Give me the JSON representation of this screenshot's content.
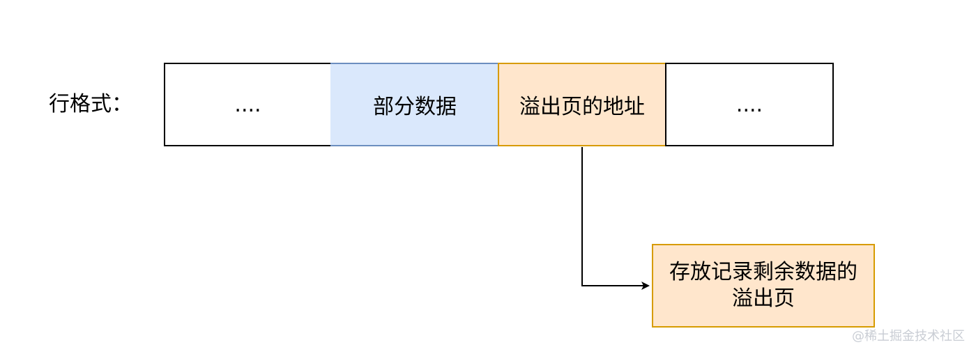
{
  "row_label": "行格式：",
  "cells": [
    {
      "text": "...."
    },
    {
      "text": "部分数据"
    },
    {
      "text": "溢出页的地址"
    },
    {
      "text": "...."
    }
  ],
  "overflow_page": {
    "line1": "存放记录剩余数据的",
    "line2": "溢出页"
  },
  "colors": {
    "blue_fill": "#dae8fc",
    "blue_border": "#6c8ebf",
    "orange_fill": "#ffe6cc",
    "orange_border": "#d79b00"
  },
  "watermark": "@稀土掘金技术社区"
}
